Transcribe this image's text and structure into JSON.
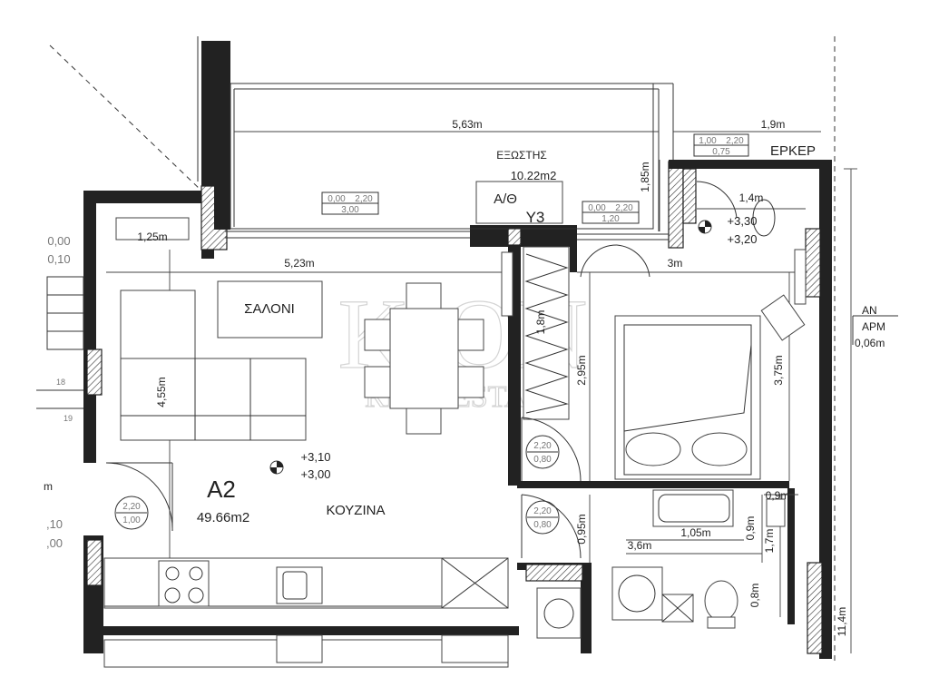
{
  "watermark": {
    "line1": "KION",
    "line2": "REAL ESTATE"
  },
  "rooms": {
    "balcony": {
      "name": "ΕΞΩΣΤΗΣ",
      "area": "10.22m2"
    },
    "bay": {
      "name": "ΕΡΚΕΡ"
    },
    "living": {
      "name": "ΣΑΛΟΝΙ"
    },
    "kitchen": {
      "name": "ΚΟΥΖΙΝΑ"
    },
    "apartment": {
      "code": "Α2",
      "area": "49.66m2"
    },
    "ac": {
      "label": "Α/Θ"
    },
    "window_code": {
      "label": "Υ3"
    }
  },
  "dimensions": {
    "d563": "5,63m",
    "d19": "1,9m",
    "d185": "1,85m",
    "d14": "1,4m",
    "d125": "1,25m",
    "d523": "5,23m",
    "d3": "3m",
    "d18": "1,8m",
    "d295": "2,95m",
    "d375": "3,75m",
    "d455": "4,55m",
    "d09a": "0,9m",
    "d105": "1,05m",
    "d36": "3,6m",
    "d095": "0,95m",
    "d09b": "0,9m",
    "d17": "1,7m",
    "d08": "0,8m",
    "d114": "11,4m",
    "d006": "0,06m"
  },
  "levels": {
    "main_top": "+3,10",
    "main_bottom": "+3,00",
    "bay_top": "+3,30",
    "bay_bottom": "+3,20"
  },
  "openings": {
    "o1": {
      "top_a": "1,00",
      "top_b": "2,20",
      "bottom": "0,75"
    },
    "o2": {
      "top_a": "0,00",
      "top_b": "2,20",
      "bottom": "3,00"
    },
    "o3": {
      "top_a": "0,00",
      "top_b": "2,20",
      "bottom": "1,20"
    },
    "o4": {
      "top": "0,00",
      "bottom": "0,10"
    },
    "o5": {
      "top": ",10",
      "bottom": ",00"
    }
  },
  "door_tags": {
    "entry": {
      "top": "2,20",
      "bottom": "1,00"
    },
    "bedroom": {
      "top": "2,20",
      "bottom": "0,80"
    },
    "bath": {
      "top": "2,20",
      "bottom": "0,80"
    }
  },
  "edge_text": {
    "right1": "ΑΝ",
    "right2": "ΑΡΜ",
    "left_m": "m"
  },
  "stairs": {
    "n18": "18",
    "n19": "19"
  }
}
